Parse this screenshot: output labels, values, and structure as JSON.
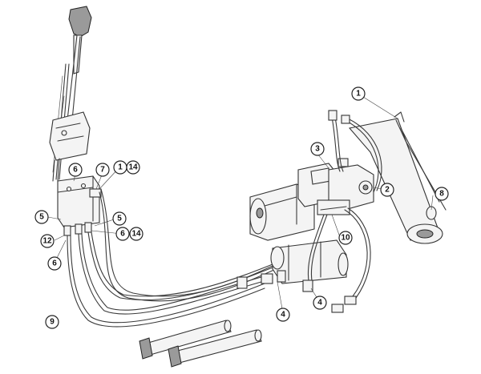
{
  "callouts": [
    {
      "id": "c1a",
      "label": "1"
    },
    {
      "id": "c2",
      "label": "2"
    },
    {
      "id": "c3",
      "label": "3"
    },
    {
      "id": "c4a",
      "label": "4"
    },
    {
      "id": "c4b",
      "label": "4"
    },
    {
      "id": "c5a",
      "label": "5"
    },
    {
      "id": "c5b",
      "label": "5"
    },
    {
      "id": "c6a",
      "label": "6"
    },
    {
      "id": "c6b",
      "label": "6"
    },
    {
      "id": "c6c",
      "label": "6"
    },
    {
      "id": "c7",
      "label": "7"
    },
    {
      "id": "c1b",
      "label": "1"
    },
    {
      "id": "c14a",
      "label": "14"
    },
    {
      "id": "c14b",
      "label": "14"
    },
    {
      "id": "c8",
      "label": "8"
    },
    {
      "id": "c9",
      "label": "9"
    },
    {
      "id": "c10",
      "label": "10"
    },
    {
      "id": "c12",
      "label": "12"
    }
  ],
  "colors": {
    "line": "#3a3a3a",
    "background": "#ffffff"
  }
}
